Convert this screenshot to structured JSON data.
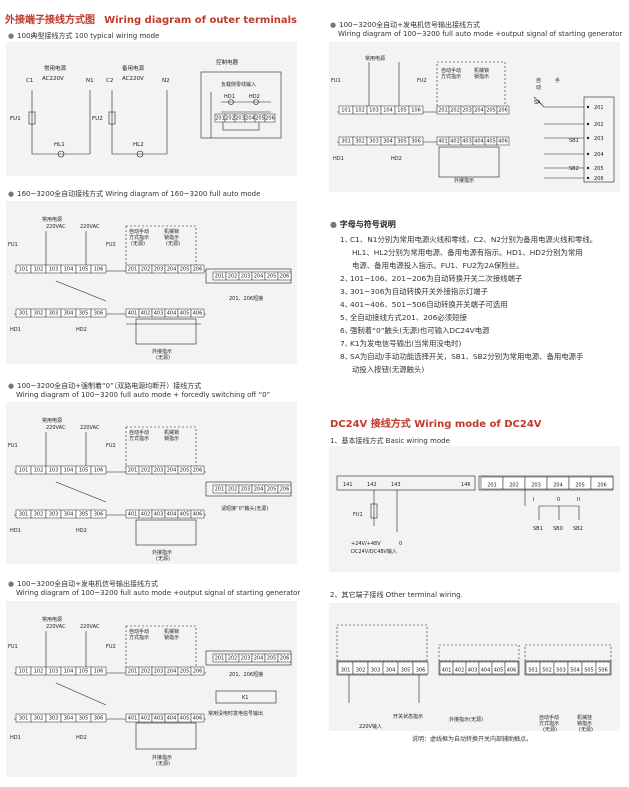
{
  "page_title": {
    "cn": "外接端子接线方式图",
    "en": "Wiring diagram of outer terminals"
  },
  "sections": {
    "s1": "100典型接线方式 100 typical wiring mode",
    "s2": "160~3200全自动接线方式 Wiring diagram of 160~3200 full auto mode",
    "s3_cn": "100~3200全自动+强制着“0”（双路电源均断开）接线方式",
    "s3_en": "Wiring diagram of 100~3200 full auto mode + forcedly switching off “0”",
    "s4_cn": "100~3200全自动+发电机信号输出接线方式",
    "s4_en": "Wiring diagram of 100~3200 full auto mode +output signal of starting generator",
    "s5_cn": "100~3200全自动+发电机信号输出接线方式",
    "s5_en": "Wiring diagram of 100~3200 full auto mode +output signal of starting generator"
  },
  "diagram1": {
    "c1": "C1",
    "n1": "N1",
    "c2": "C2",
    "n2": "N2",
    "normal_power": "常用电源",
    "backup_power": "备用电源",
    "ac220": "AC220V",
    "fu1": "FU1",
    "fu2": "FU2",
    "hl1": "HL1",
    "hl2": "HL2",
    "controller": "控制电器",
    "neutral_input": "负载侧零线输入",
    "zero_input_v": "负载侧零线输入",
    "hd1": "HD1",
    "hd2": "HD2",
    "t": [
      "201",
      "202",
      "203",
      "204",
      "205",
      "206"
    ]
  },
  "common": {
    "normal_220": "常用电源",
    "backup_220": "备用电源",
    "v220": "220VAC",
    "fu1": "FU1",
    "fu2": "FU2",
    "hd1": "HD1",
    "hd2": "HD2",
    "auto_manual": "自动手动",
    "mode_indicator": "方式指示",
    "no_source": "(无源)",
    "mech_lock": "机械锁",
    "lock_indicator": "锁指示",
    "ext_indicator": "外接指示",
    "roman1": "I",
    "roman2": "II",
    "row1": [
      "101",
      "102",
      "103",
      "104",
      "105",
      "106"
    ],
    "row_low": [
      "301",
      "302",
      "303",
      "304",
      "305",
      "306"
    ],
    "row_mid": [
      "201",
      "202",
      "203",
      "204",
      "205",
      "206"
    ],
    "row_4": [
      "401",
      "402",
      "403",
      "404",
      "405",
      "406"
    ],
    "row_5": [
      "501",
      "502",
      "503",
      "504",
      "505",
      "506"
    ],
    "short_201_206": "201、206短接",
    "force_zero_note": "请短接“0”触头(无源)",
    "gen_signal": "常用没电时发电信号输出",
    "k1": "K1"
  },
  "notes": {
    "head": "字母与符号说明",
    "items": [
      [
        "1、",
        "C1、N1分别为常用电源火线和零线，C2、N2分别为备用电源火线和零线。"
      ],
      [
        "",
        "HL1、HL2分别为常用电源、备用电源有指示。HD1、HD2分别为常用"
      ],
      [
        "",
        "电源、备用电源投入指示。FU1、FU2为2A保险丝。"
      ],
      [
        "2、",
        "101~106、201~206为自动转换开关二次接线端子"
      ],
      [
        "3、",
        "301~306为自动转换开关外接指示灯端子"
      ],
      [
        "4、",
        "401~406、501~506自动转换开关端子可选用"
      ],
      [
        "5、",
        "全自动接线方式201、206必须短接"
      ],
      [
        "6、",
        "强制着“0”触头(无源)也可输入DC24V电源"
      ],
      [
        "7、",
        "K1为发电信号输出(当常用没电时)"
      ],
      [
        "8、",
        "SA为自动/手动功能选择开关，SB1、SB2分别为常用电源、备用电源手"
      ],
      [
        "",
        "动投入按钮(无源触头)"
      ]
    ]
  },
  "dc24": {
    "title": "DC24V 接线方式 Wiring mode of DC24V",
    "basic": "1、基本接线方式 Basic wiring mode",
    "terms_left": [
      "141",
      "142",
      "143",
      "146"
    ],
    "terms_right": [
      "201",
      "202",
      "203",
      "204",
      "205",
      "206"
    ],
    "fu1": "FU1",
    "plus": "+24V/+48V",
    "zero": "0",
    "input": "DC24V/DC48V输入",
    "sb1": "SB1",
    "sb0": "SB0",
    "sb2": "SB2",
    "contact_labels": [
      "I",
      "0",
      "II"
    ],
    "other": "2、其它端子接线 Other terminal wiring.",
    "switch_status": "开关状态指示",
    "ext_indicator": "外接指示(无源)",
    "auto_manual_ind": "自动手动",
    "auto_manual_ind2": "方式指示",
    "no_source": "(无源)",
    "mech_lock": "机械挂",
    "lock_ind": "锁指示",
    "v220_input": "220V输入",
    "footer": "说明：虚线框为自动转换开关内部辅助触点。"
  },
  "sa_panel": {
    "manual": "手",
    "auto": "自",
    "fixed": "动",
    "sa": "SA",
    "sb1": "SB1",
    "sb2": "SB2",
    "terms": [
      "201",
      "202",
      "203",
      "204",
      "205",
      "206"
    ]
  }
}
